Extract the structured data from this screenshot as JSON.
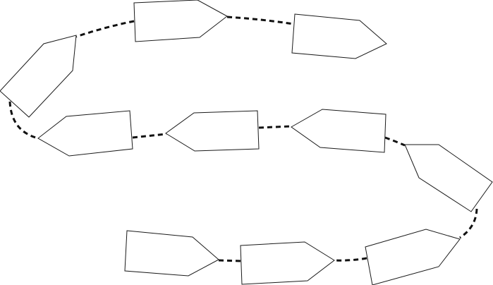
{
  "diagram": {
    "type": "serpentine-flow",
    "shape": "pentagon-arrow",
    "connector_style": "dashed",
    "colors": {
      "shape_fill": "#ffffff",
      "shape_stroke": "#1a1a1a",
      "connector": "#111111",
      "background": "#ffffff"
    },
    "nodes": [
      {
        "id": "n1",
        "label": ""
      },
      {
        "id": "n2",
        "label": ""
      },
      {
        "id": "n3",
        "label": ""
      },
      {
        "id": "n4",
        "label": ""
      },
      {
        "id": "n5",
        "label": ""
      },
      {
        "id": "n6",
        "label": ""
      },
      {
        "id": "n7",
        "label": ""
      },
      {
        "id": "n8",
        "label": ""
      },
      {
        "id": "n9",
        "label": ""
      },
      {
        "id": "n10",
        "label": ""
      },
      {
        "id": "n11",
        "label": ""
      }
    ],
    "edges": [
      {
        "from": "n1",
        "to": "n2"
      },
      {
        "from": "n2",
        "to": "n3"
      },
      {
        "from": "n3",
        "to": "n4"
      },
      {
        "from": "n4",
        "to": "n5"
      },
      {
        "from": "n5",
        "to": "n6"
      },
      {
        "from": "n6",
        "to": "n7"
      },
      {
        "from": "n7",
        "to": "n8"
      },
      {
        "from": "n8",
        "to": "n9"
      },
      {
        "from": "n9",
        "to": "n10"
      },
      {
        "from": "n10",
        "to": "n11"
      }
    ]
  }
}
